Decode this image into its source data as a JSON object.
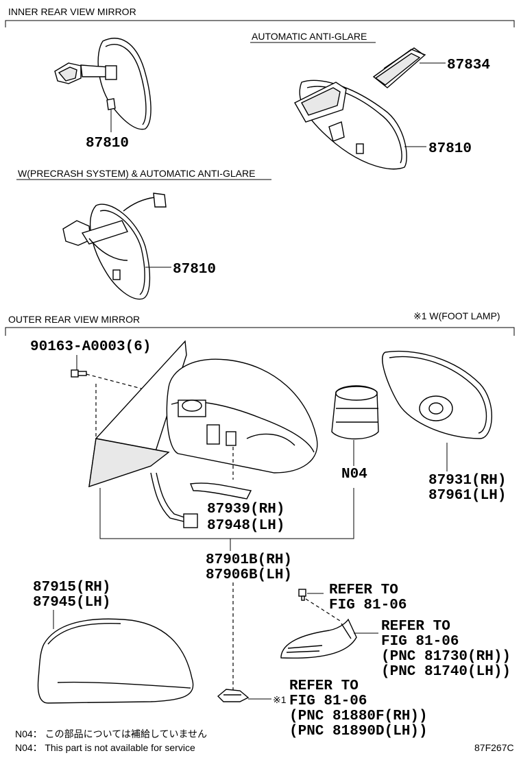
{
  "sections": {
    "inner": "INNER REAR VIEW MIRROR",
    "auto_anti_glare": "AUTOMATIC ANTI-GLARE",
    "precrash": "W(PRECRASH SYSTEM) & AUTOMATIC ANTI-GLARE",
    "outer": "OUTER REAR VIEW MIRROR",
    "foot_lamp_note": "※1 W(FOOT LAMP)"
  },
  "labels": {
    "p87810_a": "87810",
    "p87834": "87834",
    "p87810_b": "87810",
    "p87810_c": "87810",
    "screw": "90163-A0003(6)",
    "n04": "N04",
    "p87931": "87931(RH)",
    "p87961": "87961(LH)",
    "p87939": "87939(RH)",
    "p87948": "87948(LH)",
    "p87901b": "87901B(RH)",
    "p87906b": "87906B(LH)",
    "p87915": "87915(RH)",
    "p87945": "87945(LH)",
    "refer1_a": "REFER TO",
    "refer1_b": "FIG 81-06",
    "refer2_a": "REFER TO",
    "refer2_b": "FIG 81-06",
    "refer2_c": "(PNC 81730(RH))",
    "refer2_d": "(PNC 81740(LH))",
    "refer3_mark": "※1",
    "refer3_a": "REFER TO",
    "refer3_b": "FIG 81-06",
    "refer3_c": "(PNC 81880F(RH))",
    "refer3_d": "(PNC 81890D(LH))"
  },
  "footer": {
    "n04_jp": "N04： この部品については補給していません",
    "n04_en": "N04： This part is not available for service",
    "figure_code": "87F267C"
  }
}
